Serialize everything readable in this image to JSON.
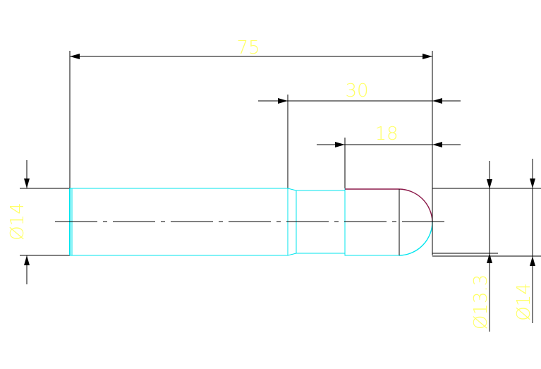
{
  "drawing": {
    "dimensions": {
      "overall_length": "75",
      "length_30": "30",
      "length_18": "18",
      "dia_left": "Ø14",
      "dia_right_1": "Ø13.3",
      "dia_right_2": "Ø14"
    },
    "colors": {
      "background": "#ffffff",
      "dimension_lines": "#000000",
      "dimension_text": "#ffff66",
      "part_outline": "#00e5ee",
      "fillet_arc": "#8b1a4a",
      "centerline": "#000000"
    }
  }
}
